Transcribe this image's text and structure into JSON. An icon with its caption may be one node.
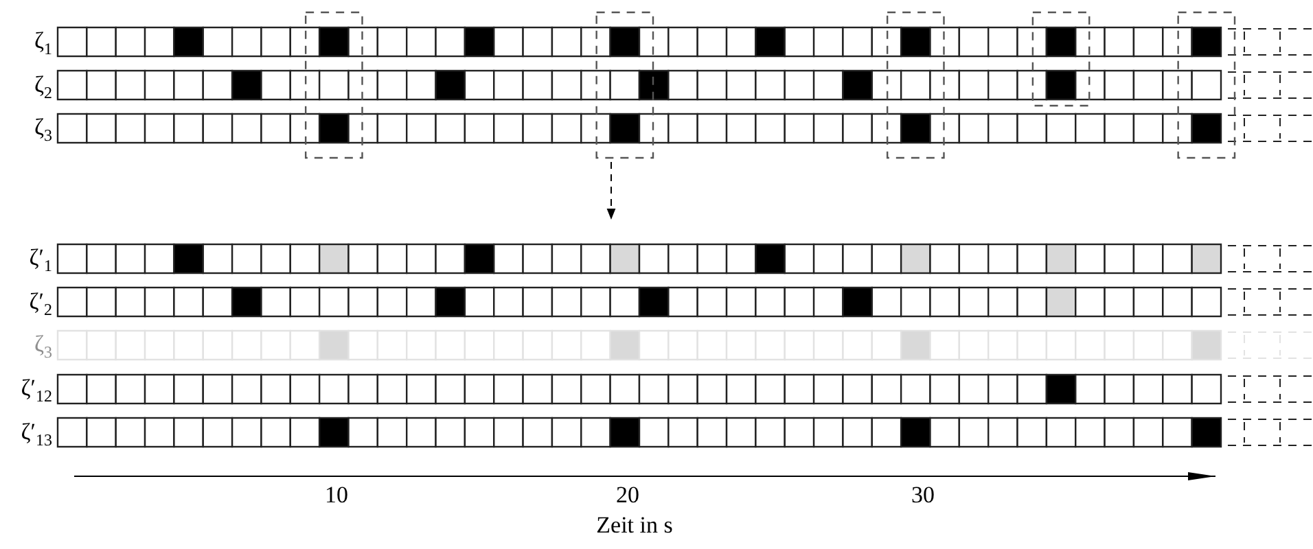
{
  "diagram": {
    "labels": [
      "ζ$_{1}$",
      "ζ$_{2}$",
      "ζ$_{3}$",
      "ζ′$_{1}$",
      "ζ′$_{2}$",
      "ζ$_{3}$",
      "ζ′$_{12}$",
      "ζ′$_{13}$",
      "10",
      "20",
      "30",
      "Zeit in s"
    ]
  }
}
